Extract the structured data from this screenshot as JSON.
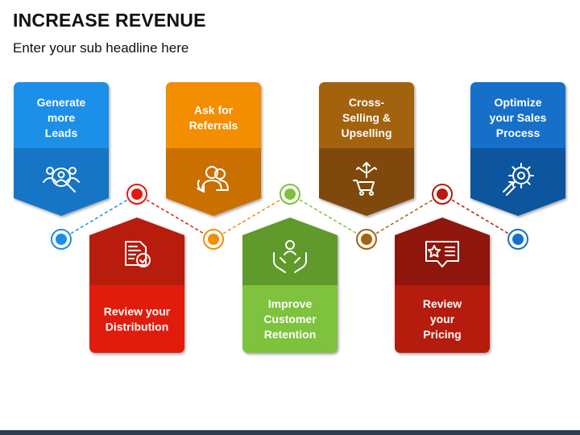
{
  "header": {
    "title": "INCREASE REVENUE",
    "subtitle": "Enter your sub headline here"
  },
  "steps": [
    {
      "lines": [
        "Generate",
        "more",
        "Leads"
      ],
      "icon": "people-search-icon",
      "color": "#1a8fe8",
      "dark": "#1575c4"
    },
    {
      "lines": [
        "Review your",
        "Distribution"
      ],
      "icon": "document-check-icon",
      "color": "#e01b0f",
      "dark": "#b81a10"
    },
    {
      "lines": [
        "Ask for",
        "Referrals"
      ],
      "icon": "users-refresh-icon",
      "color": "#f28e06",
      "dark": "#c96f05"
    },
    {
      "lines": [
        "Improve",
        "Customer",
        "Retention"
      ],
      "icon": "hands-person-icon",
      "color": "#7ec23c",
      "dark": "#5e9a2c"
    },
    {
      "lines": [
        "Cross-",
        "Selling &",
        "Upselling"
      ],
      "icon": "cart-arrows-icon",
      "color": "#a3620e",
      "dark": "#7f4a08"
    },
    {
      "lines": [
        "Review",
        "your",
        "Pricing"
      ],
      "icon": "star-chat-icon",
      "color": "#b51a0c",
      "dark": "#8f1408"
    },
    {
      "lines": [
        "Optimize",
        "your Sales",
        "Process"
      ],
      "icon": "gear-arrows-icon",
      "color": "#1670c9",
      "dark": "#0f559c"
    }
  ],
  "connectors": {
    "dot_colors": [
      "#1a8fe8",
      "#e01b0f",
      "#f28e06",
      "#7ec23c",
      "#a3620e",
      "#b51a0c",
      "#1670c9"
    ]
  }
}
